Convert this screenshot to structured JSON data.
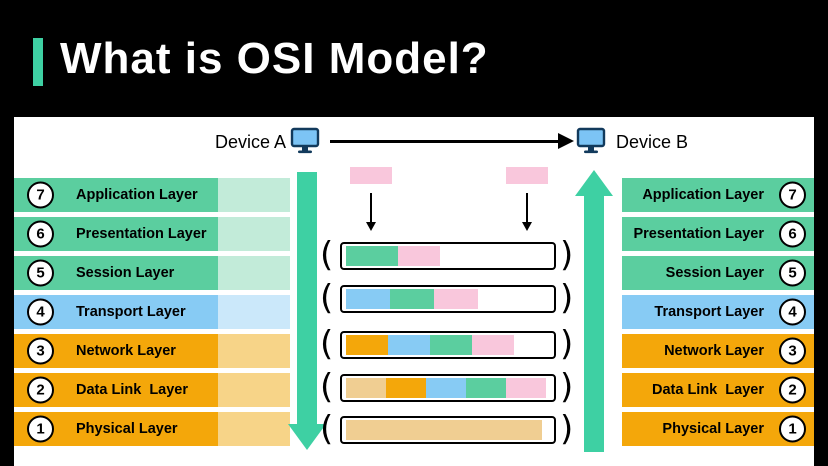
{
  "header": {
    "title": "What is OSI Model?"
  },
  "devices": {
    "a_label": "Device A",
    "b_label": "Device B"
  },
  "layers": [
    {
      "num": "7",
      "label": "Application Layer",
      "group": "app"
    },
    {
      "num": "6",
      "label": "Presentation Layer",
      "group": "app"
    },
    {
      "num": "5",
      "label": "Session Layer",
      "group": "app"
    },
    {
      "num": "4",
      "label": "Transport Layer",
      "group": "transport"
    },
    {
      "num": "3",
      "label": "Network Layer",
      "group": "media"
    },
    {
      "num": "2",
      "label": "Data Link  Layer",
      "group": "media"
    },
    {
      "num": "1",
      "label": "Physical Layer",
      "group": "media"
    }
  ],
  "colors": {
    "app": "#5BCE9F",
    "app_light": "#C2EBD9",
    "transport": "#87CBF4",
    "transport_light": "#CBE8FA",
    "media": "#F4A70A",
    "media_light": "#F7D488",
    "pink": "#F9C7DC",
    "tan": "#F0CE92",
    "arrow": "#3ED0A3",
    "accent": "#3ED0A3",
    "header_bg": "#000000"
  },
  "encapsulation": {
    "data_blocks": 2,
    "brackets": {
      "left": "(",
      "right": ")"
    },
    "pdus": [
      {
        "segments": [
          {
            "c": "app",
            "w": 52
          },
          {
            "c": "pink",
            "w": 42
          }
        ]
      },
      {
        "segments": [
          {
            "c": "transport",
            "w": 44
          },
          {
            "c": "app",
            "w": 44
          },
          {
            "c": "pink",
            "w": 44
          }
        ]
      },
      {
        "segments": [
          {
            "c": "media",
            "w": 42
          },
          {
            "c": "transport",
            "w": 42
          },
          {
            "c": "app",
            "w": 42
          },
          {
            "c": "pink",
            "w": 42
          }
        ]
      },
      {
        "segments": [
          {
            "c": "tan",
            "w": 40
          },
          {
            "c": "media",
            "w": 40
          },
          {
            "c": "transport",
            "w": 40
          },
          {
            "c": "app",
            "w": 40
          },
          {
            "c": "pink",
            "w": 40
          }
        ]
      },
      {
        "segments": [
          {
            "c": "tan",
            "w": 196
          }
        ]
      }
    ]
  }
}
